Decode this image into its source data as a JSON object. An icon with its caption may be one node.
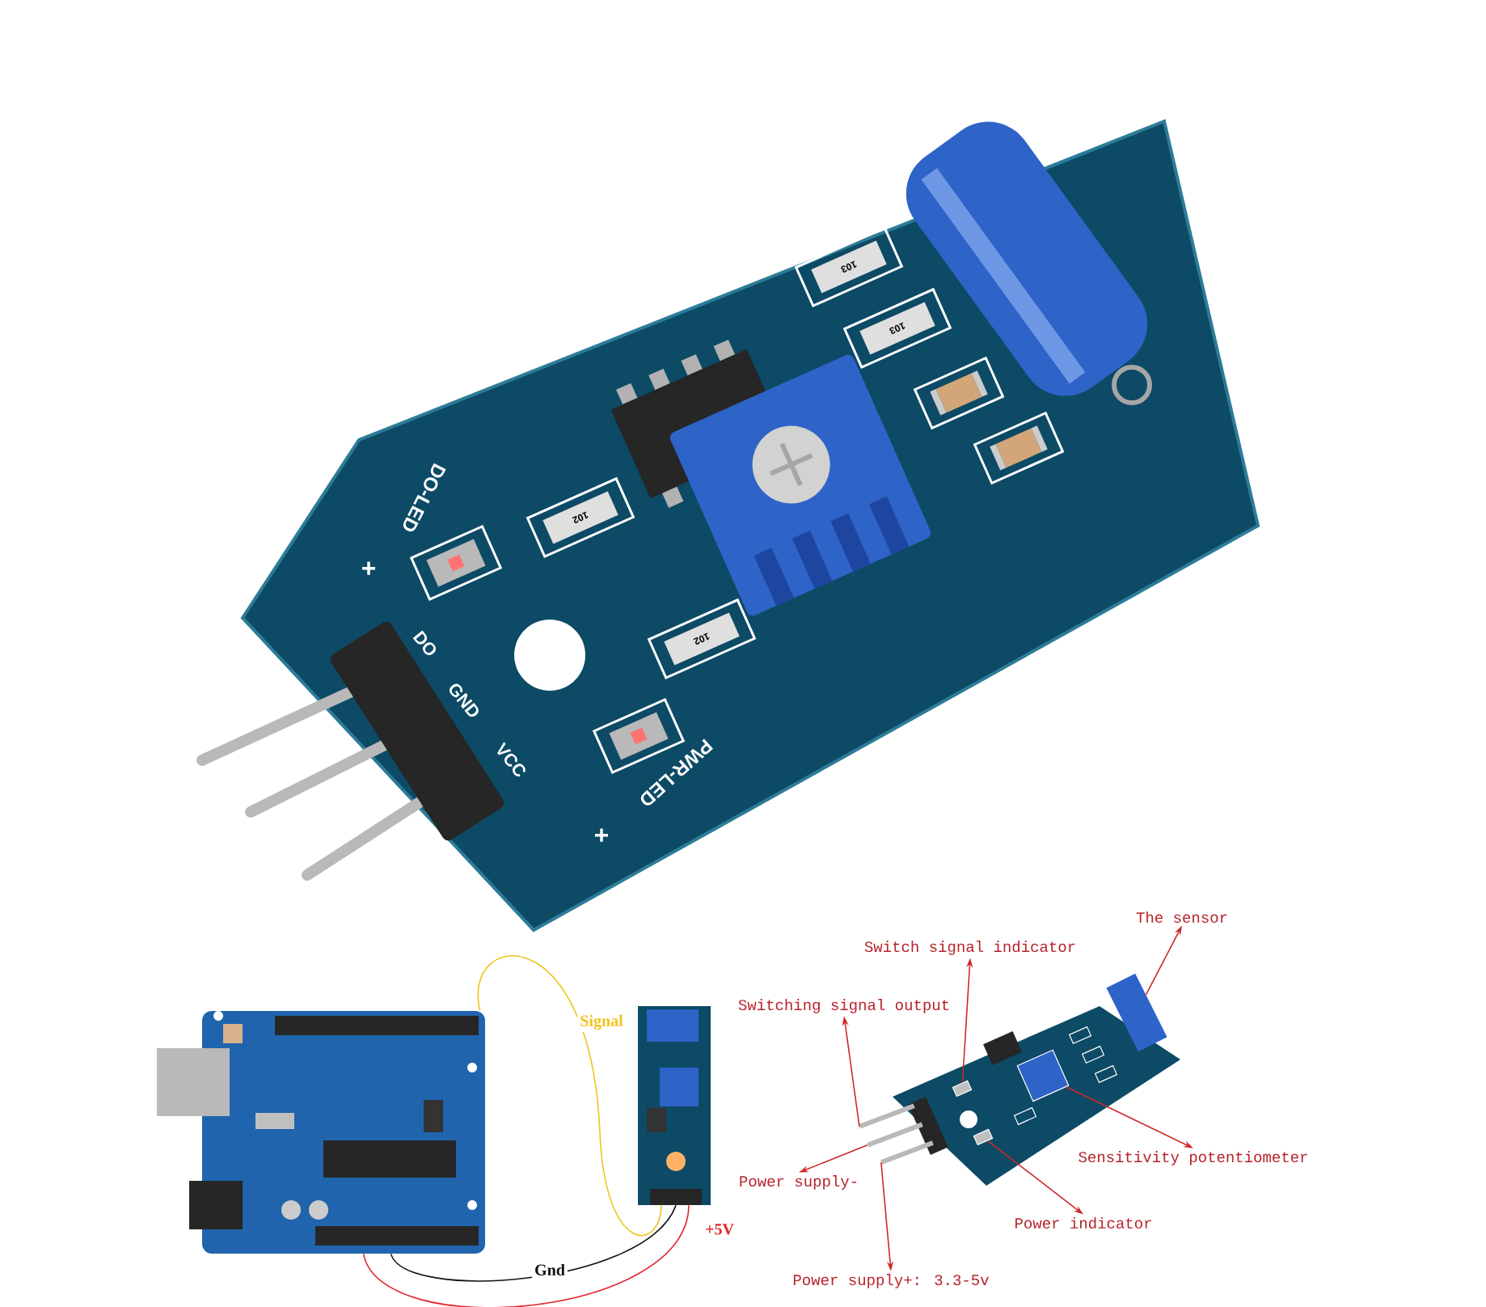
{
  "diagram": {
    "nodes": [
      {
        "text": [],
        "shape": "picture"
      },
      {
        "text": [],
        "shape": "picture"
      },
      {
        "text": [
          "The sensor"
        ]
      },
      {
        "text": [
          "Switch signal indicator"
        ]
      },
      {
        "text": [
          "Switching signal output"
        ]
      },
      {
        "text": [
          "Sensitivity potentiometer"
        ]
      },
      {
        "text": [
          "Power supply-"
        ]
      },
      {
        "text": [
          "Power indicator"
        ]
      },
      {
        "text": [
          "Power supply+: 3.3-5v"
        ]
      },
      {
        "text": [],
        "shape": "bar"
      },
      {
        "text": [],
        "shape": "bar"
      },
      {
        "text": [],
        "shape": "bar"
      },
      {
        "text": [],
        "shape": "box"
      },
      {
        "text": [],
        "shape": "box"
      },
      {
        "text": [],
        "shape": "box"
      },
      {
        "text": [],
        "shape": "cylinder"
      }
    ],
    "edges": [
      {
        "from": 0,
        "to": 1,
        "arrow": "none",
        "label": "Signal",
        "color": "#f2c31b"
      },
      {
        "from": 0,
        "to": 1,
        "arrow": "none",
        "label": "Gnd",
        "color": "#111111"
      },
      {
        "from": 0,
        "to": 1,
        "arrow": "none",
        "label": "+5V",
        "color": "#e3262b"
      },
      {
        "from": 9,
        "to": 4,
        "arrow": "to"
      },
      {
        "from": 10,
        "to": 6,
        "arrow": "to"
      },
      {
        "from": 11,
        "to": 8,
        "arrow": "to"
      },
      {
        "from": 12,
        "to": 3,
        "arrow": "to"
      },
      {
        "from": 13,
        "to": 7,
        "arrow": "to"
      },
      {
        "from": 14,
        "to": 5,
        "arrow": "to"
      },
      {
        "from": 15,
        "to": 2,
        "arrow": "to"
      }
    ],
    "labels": [
      "103",
      "103",
      "DO-LED",
      "+",
      "102",
      "102",
      "DO",
      "GND",
      "VCC",
      "PWR-LED",
      "+"
    ]
  }
}
